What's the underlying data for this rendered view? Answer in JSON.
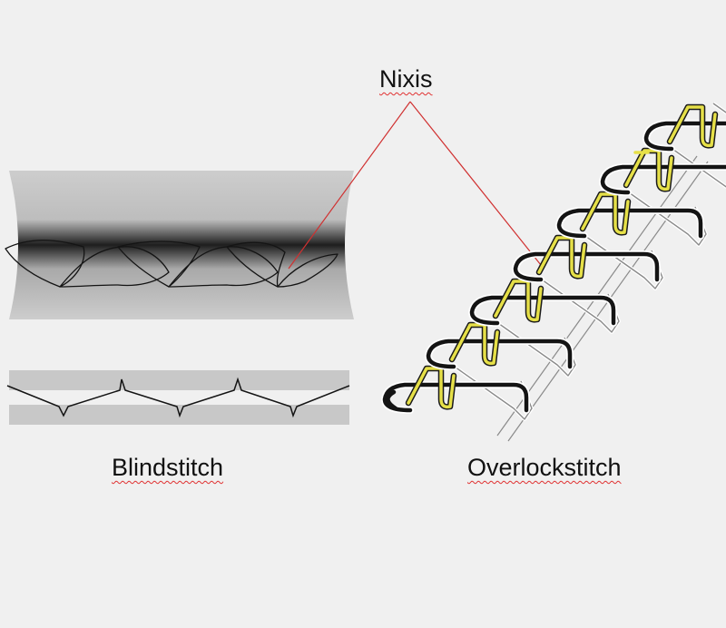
{
  "labels": {
    "nixis": "Nixis",
    "blindstitch": "Blindstitch",
    "overlockstitch": "Overlockstitch"
  },
  "colors": {
    "background": "#f0f0f0",
    "fabric": "#c8c8c8",
    "fabric_fold": "#1e1e1e",
    "thread": "#141414",
    "looper_thread": "#e6e048",
    "pointer_line": "#d03030",
    "underline": "#e03030"
  },
  "overlock_stitch_count": 7
}
